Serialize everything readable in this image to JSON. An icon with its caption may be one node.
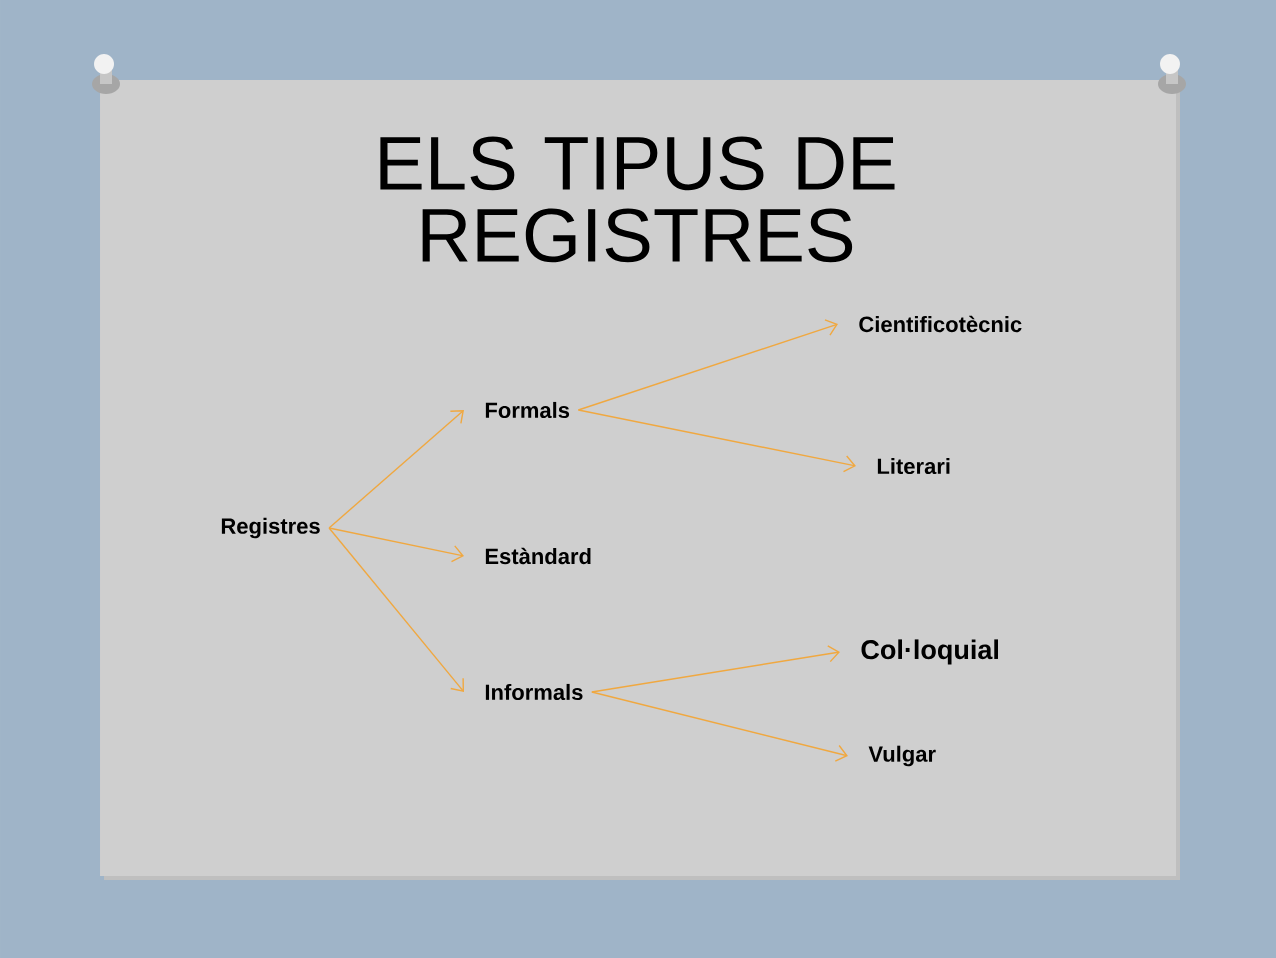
{
  "diagram": {
    "title": "ELS TIPUS DE REGISTRES",
    "nodes": [
      {
        "text": [
          "Registres"
        ]
      },
      {
        "text": [
          "Formals"
        ]
      },
      {
        "text": [
          "Estàndard"
        ]
      },
      {
        "text": [
          "Informals"
        ]
      },
      {
        "text": [
          "Cientificotècnic"
        ]
      },
      {
        "text": [
          "Literari"
        ]
      },
      {
        "text": [
          "Col·loquial"
        ]
      },
      {
        "text": [
          "Vulgar"
        ]
      }
    ],
    "edges": [
      {
        "from": 0,
        "to": 1,
        "arrow": "to"
      },
      {
        "from": 0,
        "to": 2,
        "arrow": "to"
      },
      {
        "from": 0,
        "to": 3,
        "arrow": "to"
      },
      {
        "from": 1,
        "to": 4,
        "arrow": "to"
      },
      {
        "from": 1,
        "to": 5,
        "arrow": "to"
      },
      {
        "from": 3,
        "to": 6,
        "arrow": "to"
      },
      {
        "from": 3,
        "to": 7,
        "arrow": "to"
      }
    ]
  }
}
